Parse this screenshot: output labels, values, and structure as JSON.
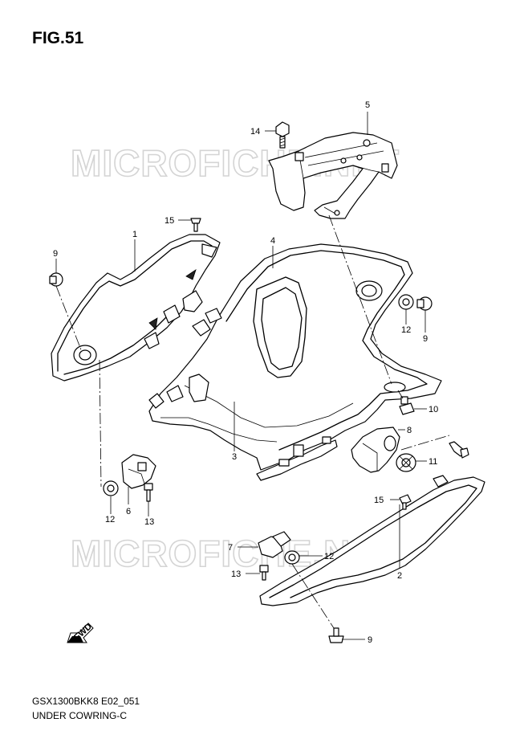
{
  "figure_title": "FIG.51",
  "watermark": "MICROFICHE.NET",
  "footer": {
    "model_code": "GSX1300BKK8 E02_051",
    "assembly_name": "UNDER COWRING-C"
  },
  "fwd_label": "FWD",
  "callouts": {
    "c1": "1",
    "c2": "2",
    "c3": "3",
    "c4": "4",
    "c5": "5",
    "c6": "6",
    "c7": "7",
    "c8": "8",
    "c9a": "9",
    "c9b": "9",
    "c9c": "9",
    "c10": "10",
    "c11": "11",
    "c12a": "12",
    "c12b": "12",
    "c12c": "12",
    "c13a": "13",
    "c13b": "13",
    "c14": "14",
    "c15a": "15",
    "c15b": "15"
  }
}
